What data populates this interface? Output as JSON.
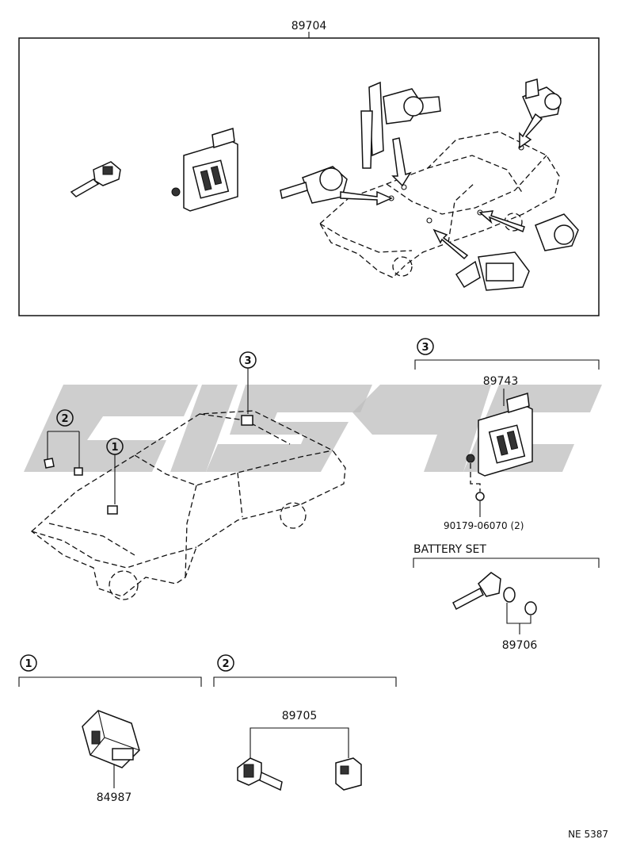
{
  "top_assembly": {
    "part_no": "89704"
  },
  "sections": [
    {
      "id": "sec1",
      "marker": "1"
    },
    {
      "id": "sec2",
      "marker": "2"
    },
    {
      "id": "sec3",
      "marker": "3"
    }
  ],
  "callouts": {
    "c1": "1",
    "c2": "2",
    "c3": "3"
  },
  "section3": {
    "receiver_part": "89743",
    "bolt_part": "90179-06070 (2)"
  },
  "battery_set": {
    "title": "BATTERY SET",
    "part": "89706"
  },
  "section1": {
    "part": "84987"
  },
  "section2": {
    "part": "89705"
  },
  "page_code": "NE 5387"
}
